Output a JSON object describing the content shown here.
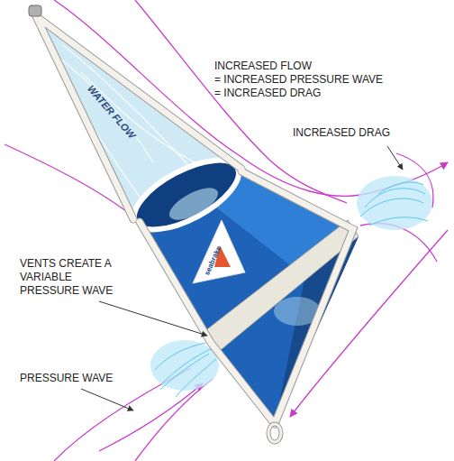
{
  "diagram": {
    "labels": [
      "INCREASED FLOW = INCREASED PRESSURE WAVE = INCREASED DRAG",
      "INCREASED DRAG",
      "WATER FLOW",
      "seabrake",
      "VENTS CREATE A VARIABLE PRESSURE WAVE",
      "PRESSURE WAVE"
    ]
  }
}
